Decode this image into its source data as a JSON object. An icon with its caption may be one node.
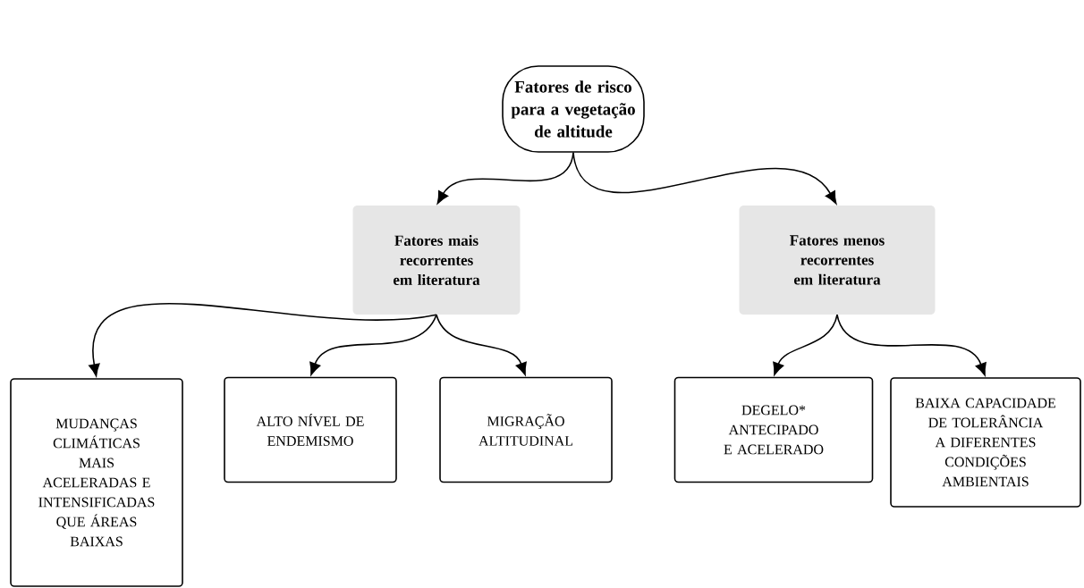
{
  "diagram": {
    "nodes": [
      {
        "text": [
          "Fatores de risco para a vegetação de altitude"
        ]
      },
      {
        "text": [
          "Fatores mais recorrentes em literatura"
        ]
      },
      {
        "text": [
          "Fatores menos recorrentes em literatura"
        ]
      },
      {
        "text": [
          "MUDANÇAS CLIMÁTICAS MAIS ACELERADAS E INTENSIFICADAS QUE ÁREAS BAIXAS"
        ]
      },
      {
        "text": [
          "ALTO NÍVEL DE ENDEMISMO"
        ]
      },
      {
        "text": [
          "MIGRAÇÃO ALTITUDINAL"
        ]
      },
      {
        "text": [
          "DEGELO* ANTECIPADO E ACELERADO"
        ]
      },
      {
        "text": [
          "BAIXA CAPACIDADE DE TOLERÂNCIA A DIFERENTES CONDIÇÕES AMBIENTAIS"
        ]
      }
    ],
    "edges": [
      {
        "from": 0,
        "to": 1,
        "arrow": "to"
      },
      {
        "from": 0,
        "to": 2,
        "arrow": "to"
      },
      {
        "from": 1,
        "to": 3,
        "arrow": "to"
      },
      {
        "from": 1,
        "to": 4,
        "arrow": "to"
      },
      {
        "from": 1,
        "to": 5,
        "arrow": "to"
      },
      {
        "from": 2,
        "to": 6,
        "arrow": "to"
      },
      {
        "from": 2,
        "to": 7,
        "arrow": "to"
      }
    ]
  }
}
